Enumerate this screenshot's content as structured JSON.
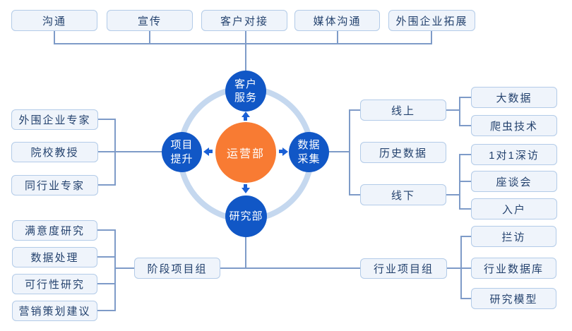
{
  "hub": {
    "label": "运营部"
  },
  "nodes": {
    "top": {
      "line1": "客户",
      "line2": "服务"
    },
    "right": {
      "line1": "数据",
      "line2": "采集"
    },
    "bottom": {
      "line1": "研究部"
    },
    "left": {
      "line1": "项目",
      "line2": "提升"
    }
  },
  "top_row": {
    "items": [
      "沟通",
      "宣传",
      "客户对接",
      "媒体沟通",
      "外围企业拓展"
    ]
  },
  "left_group": {
    "items": [
      "外围企业专家",
      "院校教授",
      "同行业专家"
    ]
  },
  "right_group": {
    "level1": [
      "线上",
      "历史数据",
      "线下"
    ],
    "online_children": [
      "大数据",
      "爬虫技术"
    ],
    "offline_children": [
      "1对1深访",
      "座谈会",
      "入户"
    ]
  },
  "bottom_left_group": {
    "items": [
      "满意度研究",
      "数据处理",
      "可行性研究",
      "营销策划建议"
    ]
  },
  "bottom_row": {
    "stage_group": "阶段项目组",
    "industry_group": "行业项目组",
    "industry_children": [
      "拦访",
      "行业数据库",
      "研究模型"
    ]
  },
  "colors": {
    "hub_orange": "#F87B33",
    "node_blue": "#1157C6",
    "ring_light_blue": "#C5D8EF",
    "box_background": "#EFF4FB",
    "box_border": "#B3CBE8",
    "box_text": "#24426E",
    "connector_line": "#7E9BC8",
    "arrow_blue": "#1A60D6"
  }
}
